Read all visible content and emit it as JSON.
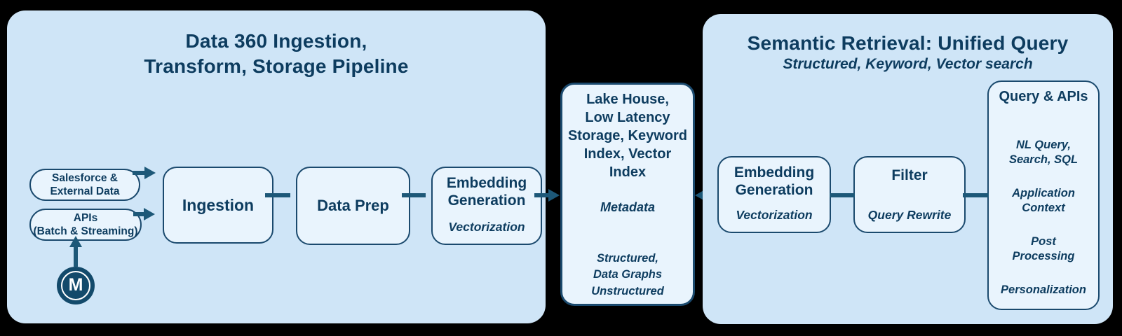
{
  "left_panel": {
    "title": "Data 360 Ingestion,\nTransform, Storage Pipeline",
    "sources": [
      {
        "label": "Salesforce &\nExternal Data"
      },
      {
        "label": "APIs\n(Batch & Streaming)"
      }
    ],
    "stages": [
      {
        "label": "Ingestion"
      },
      {
        "label": "Data Prep"
      },
      {
        "label": "Embedding\nGeneration",
        "sublabel": "Vectorization"
      }
    ],
    "logo_letter": "M"
  },
  "storage_box": {
    "title": "Lake House,\nLow Latency\nStorage, Keyword\nIndex, Vector\nIndex",
    "metadata": "Metadata",
    "data_types": "Structured,\nData Graphs\nUnstructured"
  },
  "right_panel": {
    "title": "Semantic Retrieval: Unified Query",
    "subtitle": "Structured, Keyword, Vector search",
    "stages": [
      {
        "label": "Embedding\nGeneration",
        "sublabel": "Vectorization"
      },
      {
        "label": "Filter",
        "sublabel": "Query Rewrite"
      }
    ],
    "query_apis": {
      "title": "Query & APIs",
      "items": [
        {
          "label": "NL Query,\nSearch, SQL"
        },
        {
          "label": "Application\nContext"
        },
        {
          "label": "Post\nProcessing"
        },
        {
          "label": "Personalization"
        }
      ]
    }
  },
  "colors": {
    "panel_background": "#cfe5f7",
    "box_fill": "#e9f4fd",
    "border_navy": "#1b4a6e",
    "connector_navy": "#1d5878",
    "text_navy": "#0d3c5f",
    "canvas_background": "#000000",
    "logo_circle": "#134a6b"
  }
}
